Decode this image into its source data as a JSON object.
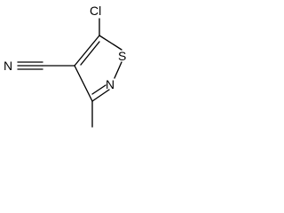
{
  "atoms": {
    "chlorine": "Cl",
    "sulfur": "S",
    "ring_nitrogen": "N",
    "nitrile_nitrogen": "N"
  }
}
